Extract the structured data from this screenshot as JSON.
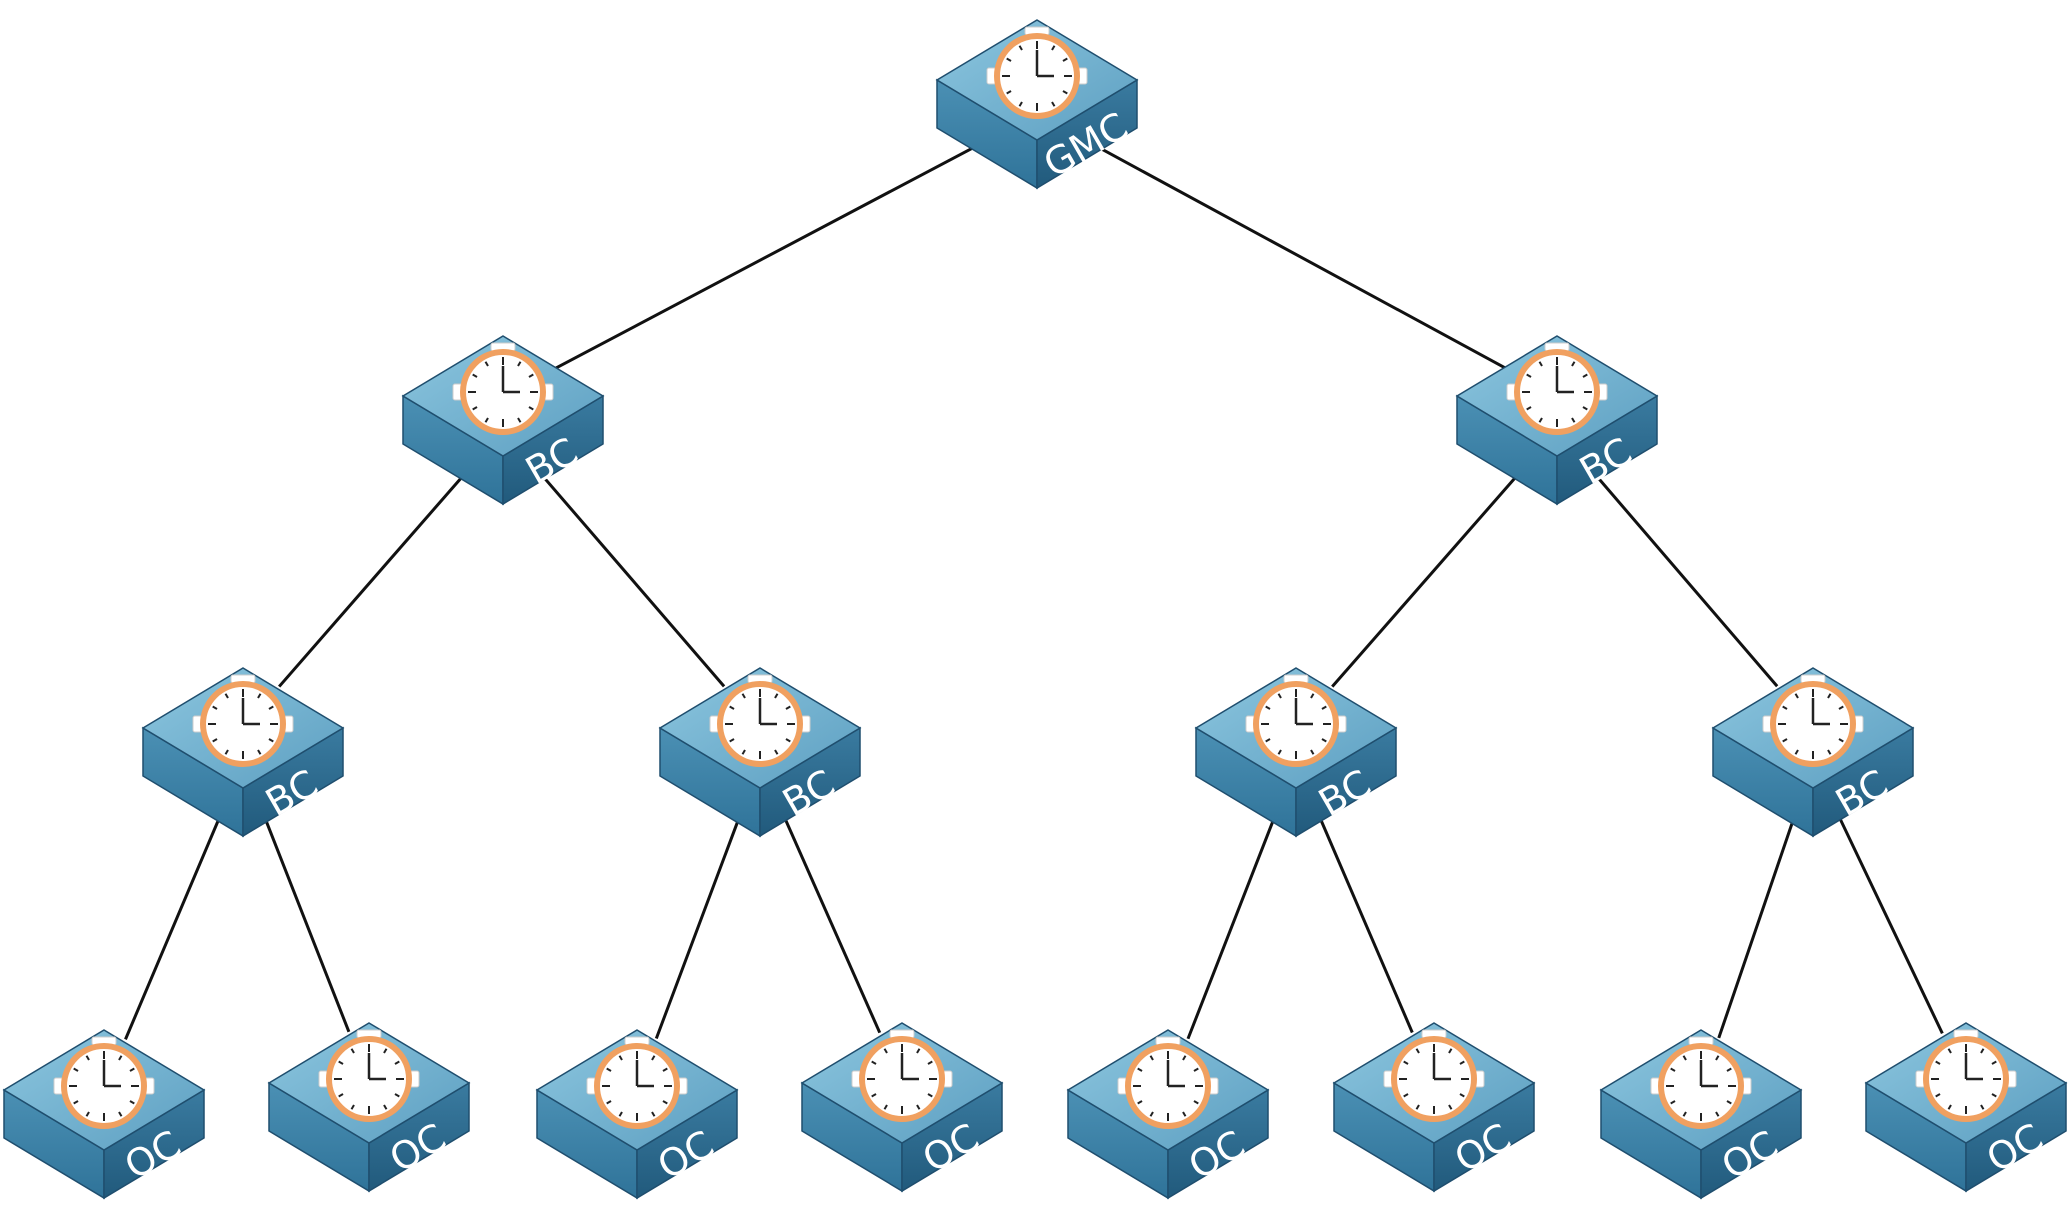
{
  "diagram": {
    "nodes": [
      {
        "id": "gmc",
        "label": "GMC",
        "role": "grandmaster",
        "icon": "clock-icon"
      },
      {
        "id": "bc1",
        "label": "BC",
        "role": "boundary",
        "icon": "clock-icon"
      },
      {
        "id": "bc2",
        "label": "BC",
        "role": "boundary",
        "icon": "clock-icon"
      },
      {
        "id": "bc11",
        "label": "BC",
        "role": "boundary",
        "icon": "clock-icon"
      },
      {
        "id": "bc12",
        "label": "BC",
        "role": "boundary",
        "icon": "clock-icon"
      },
      {
        "id": "bc21",
        "label": "BC",
        "role": "boundary",
        "icon": "clock-icon"
      },
      {
        "id": "bc22",
        "label": "BC",
        "role": "boundary",
        "icon": "clock-icon"
      },
      {
        "id": "oc1",
        "label": "OC",
        "role": "ordinary",
        "icon": "clock-icon"
      },
      {
        "id": "oc2",
        "label": "OC",
        "role": "ordinary",
        "icon": "clock-icon"
      },
      {
        "id": "oc3",
        "label": "OC",
        "role": "ordinary",
        "icon": "clock-icon"
      },
      {
        "id": "oc4",
        "label": "OC",
        "role": "ordinary",
        "icon": "clock-icon"
      },
      {
        "id": "oc5",
        "label": "OC",
        "role": "ordinary",
        "icon": "clock-icon"
      },
      {
        "id": "oc6",
        "label": "OC",
        "role": "ordinary",
        "icon": "clock-icon"
      },
      {
        "id": "oc7",
        "label": "OC",
        "role": "ordinary",
        "icon": "clock-icon"
      },
      {
        "id": "oc8",
        "label": "OC",
        "role": "ordinary",
        "icon": "clock-icon"
      }
    ],
    "links": [
      [
        "gmc",
        "bc1"
      ],
      [
        "gmc",
        "bc2"
      ],
      [
        "bc1",
        "bc11"
      ],
      [
        "bc1",
        "bc12"
      ],
      [
        "bc2",
        "bc21"
      ],
      [
        "bc2",
        "bc22"
      ],
      [
        "bc11",
        "oc1"
      ],
      [
        "bc11",
        "oc2"
      ],
      [
        "bc12",
        "oc3"
      ],
      [
        "bc12",
        "oc4"
      ],
      [
        "bc21",
        "oc5"
      ],
      [
        "bc21",
        "oc6"
      ],
      [
        "bc22",
        "oc7"
      ],
      [
        "bc22",
        "oc8"
      ]
    ],
    "colors": {
      "switch_top": "#79b6d2",
      "switch_left": "#3b80a4",
      "switch_right": "#2a6488",
      "edge": "#1f4e6e",
      "clock_ring": "#f0a060",
      "clock_face": "#ffffff",
      "clock_ticks": "#222222",
      "label_text": "#ffffff",
      "link_line": "#111111"
    }
  }
}
